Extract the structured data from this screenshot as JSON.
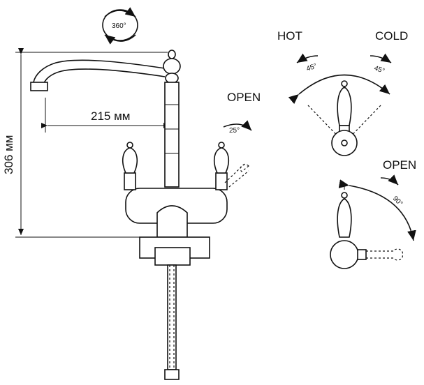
{
  "labels": {
    "rotation": "360°",
    "hot": "HOT",
    "cold": "COLD",
    "hot_angle": "45°",
    "cold_angle": "45°",
    "open_main": "OPEN",
    "open_main_angle": "25°",
    "open_side": "OPEN",
    "open_side_angle": "90°",
    "spout_reach": "215 мм",
    "height": "306 мм"
  }
}
